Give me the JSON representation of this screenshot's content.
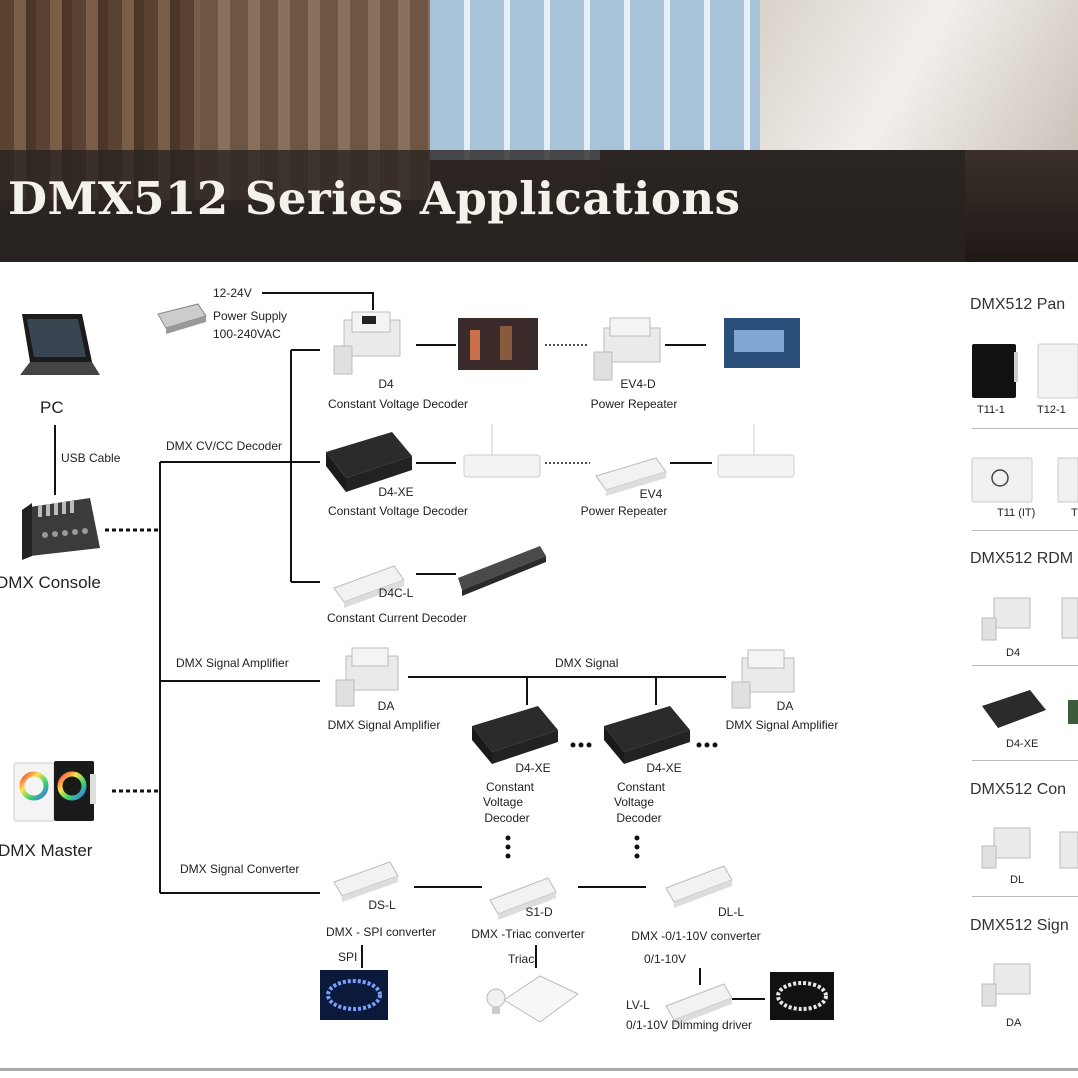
{
  "banner": {
    "title": "DMX512 Series Applications"
  },
  "left": {
    "pc": "PC",
    "usb_cable": "USB Cable",
    "console": "DMX Console",
    "master": "DMX Master"
  },
  "power": {
    "voltage": "12-24V",
    "name": "Power Supply",
    "input": "100-240VAC"
  },
  "branches": {
    "decoder": "DMX CV/CC Decoder",
    "amplifier": "DMX Signal Amplifier",
    "converter": "DMX Signal Converter",
    "signal": "DMX Signal"
  },
  "devices": {
    "d4": {
      "model": "D4",
      "desc": "Constant Voltage Decoder"
    },
    "ev4d": {
      "model": "EV4-D",
      "desc": "Power Repeater"
    },
    "d4xe": {
      "model": "D4-XE",
      "desc": "Constant Voltage Decoder"
    },
    "ev4": {
      "model": "EV4",
      "desc": "Power Repeater"
    },
    "d4cl": {
      "model": "D4C-L",
      "desc": "Constant Current Decoder"
    },
    "da1": {
      "model": "DA",
      "desc": "DMX Signal Amplifier"
    },
    "da2": {
      "model": "DA",
      "desc": "DMX Signal Amplifier"
    },
    "d4xe_a": {
      "model": "D4-XE",
      "l1": "Constant",
      "l2": "Voltage",
      "l3": "Decoder"
    },
    "d4xe_b": {
      "model": "D4-XE",
      "l1": "Constant",
      "l2": "Voltage",
      "l3": "Decoder"
    },
    "dsl": {
      "model": "DS-L",
      "desc": "DMX - SPI converter",
      "out": "SPI"
    },
    "s1d": {
      "model": "S1-D",
      "desc": "DMX -Triac converter",
      "out": "Triac"
    },
    "dll": {
      "model": "DL-L",
      "desc": "DMX -0/1-10V converter",
      "out": "0/1-10V"
    },
    "lvl": {
      "model": "LV-L",
      "desc": "0/1-10V Dimming driver"
    }
  },
  "sidebar": {
    "panels": "DMX512 Pan",
    "p1": "T11-1",
    "p2": "T12-1",
    "p3": "T11 (IT)",
    "p4": "T",
    "rdm": "DMX512 RDM",
    "r1": "D4",
    "r2": "D4-XE",
    "con": "DMX512 Con",
    "c1": "DL",
    "sig": "DMX512 Sign",
    "s1": "DA"
  }
}
